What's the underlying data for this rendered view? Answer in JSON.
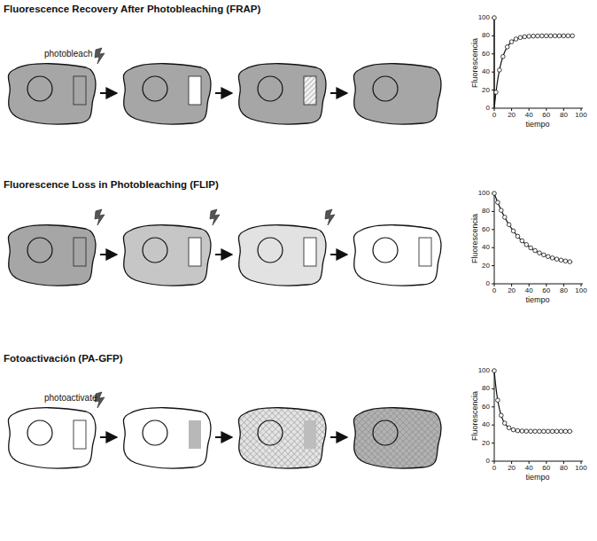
{
  "diagram": {
    "labels": [
      "Fluorescence Recovery After Photobleaching (FRAP)",
      "photobleach",
      "0",
      "20",
      "40",
      "60",
      "80",
      "100",
      "0",
      "20",
      "40",
      "60",
      "80",
      "100",
      "Fluorescencia",
      "tiempo",
      "Fluorescence Loss in Photobleaching (FLIP)",
      "0",
      "20",
      "40",
      "60",
      "80",
      "100",
      "0",
      "20",
      "40",
      "60",
      "80",
      "100",
      "Fluorescencia",
      "tiempo",
      "Fotoactivación (PA-GFP)",
      "photoactivate",
      "0",
      "20",
      "40",
      "60",
      "80",
      "100",
      "0",
      "20",
      "40",
      "60",
      "80",
      "100",
      "Fluorescencia",
      "tiempo"
    ]
  }
}
